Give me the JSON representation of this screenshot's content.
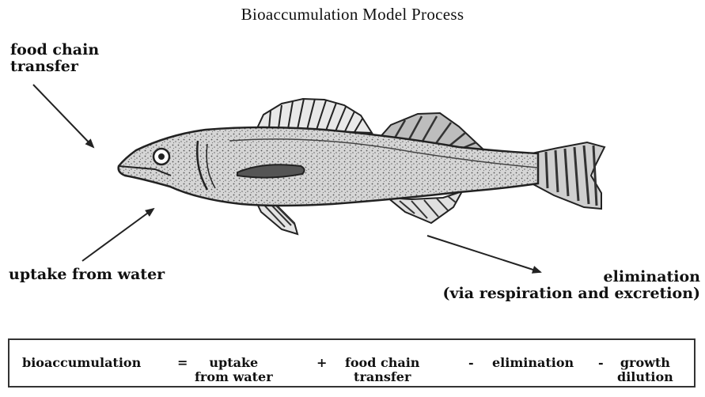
{
  "title": "Bioaccumulation Model Process",
  "labels": {
    "food_chain": [
      "food chain",
      "transfer"
    ],
    "uptake": "uptake from water",
    "elimination": [
      "elimination",
      "(via respiration and excretion)"
    ]
  },
  "equation": {
    "lhs": "bioaccumulation",
    "equals": "=",
    "term_uptake": [
      "uptake",
      "from water"
    ],
    "plus": "+",
    "term_food": [
      "food chain",
      "transfer"
    ],
    "minus1": "-",
    "term_elim": "elimination",
    "minus2": "-",
    "term_growth": [
      "growth",
      "dilution"
    ]
  }
}
